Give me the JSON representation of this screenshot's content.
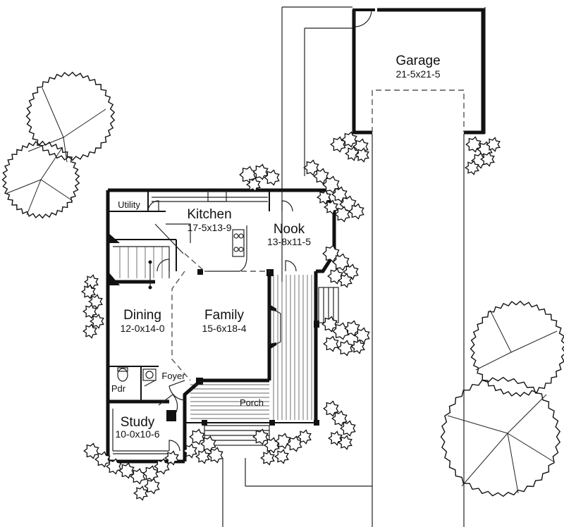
{
  "rooms": {
    "garage": {
      "name": "Garage",
      "size": "21-5x21-5"
    },
    "utility": {
      "name": "Utility"
    },
    "kitchen": {
      "name": "Kitchen",
      "size": "17-5x13-9"
    },
    "nook": {
      "name": "Nook",
      "size": "13-8x11-5"
    },
    "dining": {
      "name": "Dining",
      "size": "12-0x14-0"
    },
    "family": {
      "name": "Family",
      "size": "15-6x18-4"
    },
    "pdr": {
      "name": "Pdr"
    },
    "foyer": {
      "name": "Foyer"
    },
    "porch": {
      "name": "Porch"
    },
    "study": {
      "name": "Study",
      "size": "10-0x10-6"
    }
  }
}
